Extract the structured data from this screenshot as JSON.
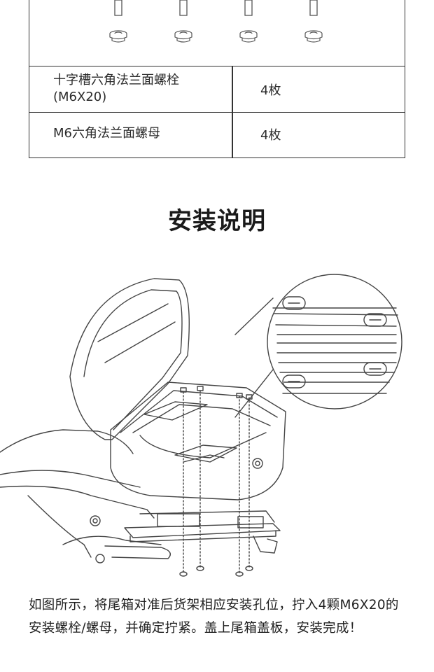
{
  "parts_table": {
    "rows": [
      {
        "name": "十字槽六角法兰面螺栓(M6X20)",
        "quantity": "4枚"
      },
      {
        "name": "M6六角法兰面螺母",
        "quantity": "4枚"
      }
    ]
  },
  "section_title": "安装说明",
  "instructions": "如图所示，将尾箱对准后货架相应安装孔位，拧入4颗M6X20的安装螺栓/螺母，并确定拧紧。盖上尾箱盖板，安装完成！"
}
